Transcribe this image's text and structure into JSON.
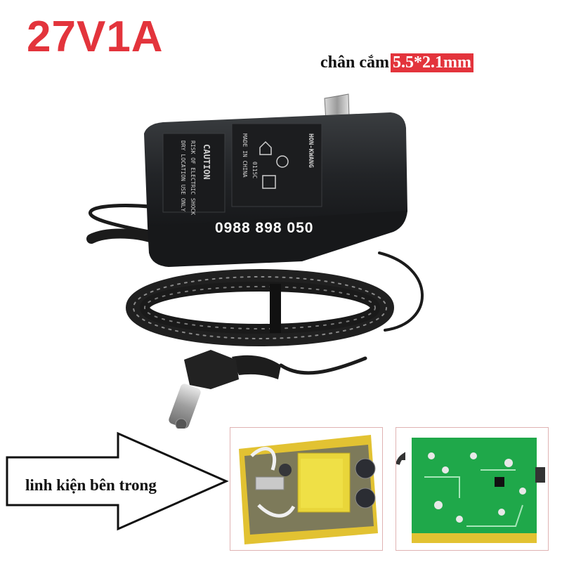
{
  "product": {
    "title": "27V1A",
    "plug_prefix": "chân cắm",
    "plug_size": "5.5*2.1mm",
    "phone": "0988 898 050"
  },
  "adapter_label": {
    "caution_title": "CAUTION",
    "caution_line1": "RISK OF ELECTRIC SHOCK",
    "caution_line2": "DRY LOCATION USE ONLY",
    "brand": "HON-KWANG",
    "made_in": "MADE IN CHINA",
    "code": "0115C"
  },
  "callout": {
    "label": "linh kiện bên trong"
  },
  "icons": {
    "adapter": "ac-adapter-photo",
    "arrow": "right-arrow-outline",
    "board_top": "pcb-top-photo",
    "board_bottom": "pcb-bottom-photo"
  },
  "colors": {
    "accent_red": "#e3343c",
    "adapter_body": "#1f2123",
    "pcb_green": "#1fa84a",
    "transformer_yellow": "#e9d63a"
  }
}
